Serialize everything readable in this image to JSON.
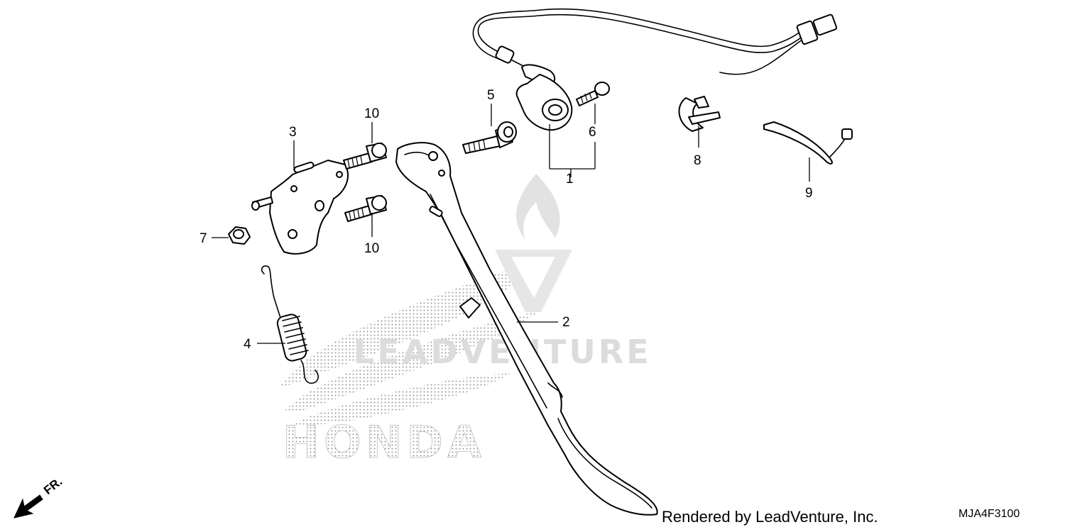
{
  "diagram": {
    "callouts": [
      {
        "id": "1",
        "text": "1"
      },
      {
        "id": "2",
        "text": "2"
      },
      {
        "id": "3",
        "text": "3"
      },
      {
        "id": "4",
        "text": "4"
      },
      {
        "id": "5",
        "text": "5"
      },
      {
        "id": "6",
        "text": "6"
      },
      {
        "id": "7",
        "text": "7"
      },
      {
        "id": "8",
        "text": "8"
      },
      {
        "id": "9",
        "text": "9"
      },
      {
        "id": "10a",
        "text": "10"
      },
      {
        "id": "10b",
        "text": "10"
      }
    ],
    "watermark": {
      "brand": "LEADVENTURE",
      "maker": "HONDA"
    },
    "direction_label": "FR.",
    "credit": "Rendered by LeadVenture, Inc.",
    "diagram_code": "MJA4F3100",
    "colors": {
      "line": "#000000",
      "watermark": "#dcdcdc",
      "dots": "#9a9a9a"
    }
  }
}
